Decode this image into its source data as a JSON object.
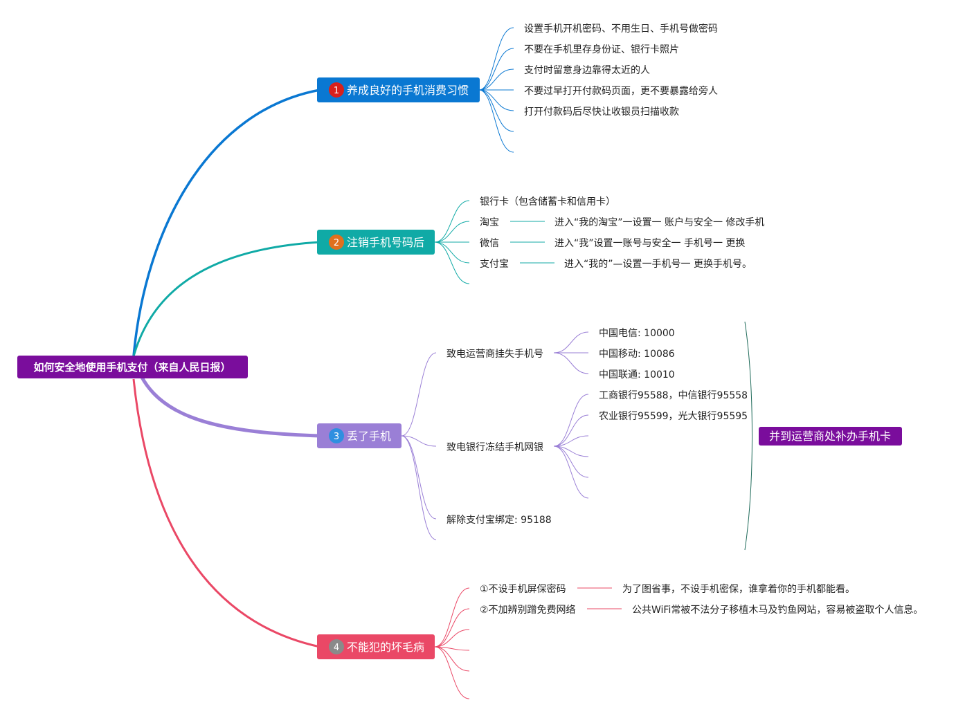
{
  "root": {
    "label": "如何安全地使用手机支付（来自人民日报）",
    "color": "#7a0d9c"
  },
  "branches": [
    {
      "num": "1",
      "label": "养成良好的手机消费习惯",
      "color": "#0a78d2",
      "badge_color": "#d8201b",
      "leaves": [
        "设置手机开机密码、不用生日、手机号做密码",
        "不要在手机里存身份证、银行卡照片",
        "支付时留意身边靠得太近的人",
        "不要过早打开付款码页面，更不要暴露给旁人",
        "打开付款码后尽快让收银员扫描收款"
      ]
    },
    {
      "num": "2",
      "label": "注销手机号码后",
      "color": "#10aaa6",
      "badge_color": "#e0701e",
      "leaves": [
        {
          "label": "银行卡（包含储蓄卡和信用卡）",
          "detail": ""
        },
        {
          "label": "淘宝",
          "detail": "进入“我的淘宝”一设置一 账户与安全一 修改手机"
        },
        {
          "label": "微信",
          "detail": "进入“我”设置一账号与安全一 手机号一 更换"
        },
        {
          "label": "支付宝",
          "detail": "进入“我的”—设置一手机号一 更换手机号。"
        }
      ]
    },
    {
      "num": "3",
      "label": "丢了手机",
      "color": "#9a7fd6",
      "badge_color": "#2f8fe0",
      "groups": [
        {
          "label": "致电运营商挂失手机号",
          "items": [
            "中国电信: 10000",
            "中国移动: 10086",
            "中国联通: 10010"
          ]
        },
        {
          "label": "致电银行冻结手机网银",
          "items": [
            "工商银行95588，中信银行95558",
            "农业银行95599，光大银行95595"
          ]
        },
        {
          "label": "解除支付宝绑定: 95188",
          "items": []
        }
      ],
      "summary": {
        "label": "并到运营商处补办手机卡",
        "color": "#7a0d9c"
      }
    },
    {
      "num": "4",
      "label": "不能犯的坏毛病",
      "color": "#ea4866",
      "badge_color": "#8a8a8a",
      "leaves": [
        {
          "label": "①不设手机屏保密码",
          "detail": "为了图省事，不设手机密保，谁拿着你的手机都能看。"
        },
        {
          "label": "②不加辨别蹭免费网络",
          "detail": "公共WiFi常被不法分子移植木马及钓鱼网站，容易被盗取个人信息。"
        }
      ]
    }
  ]
}
